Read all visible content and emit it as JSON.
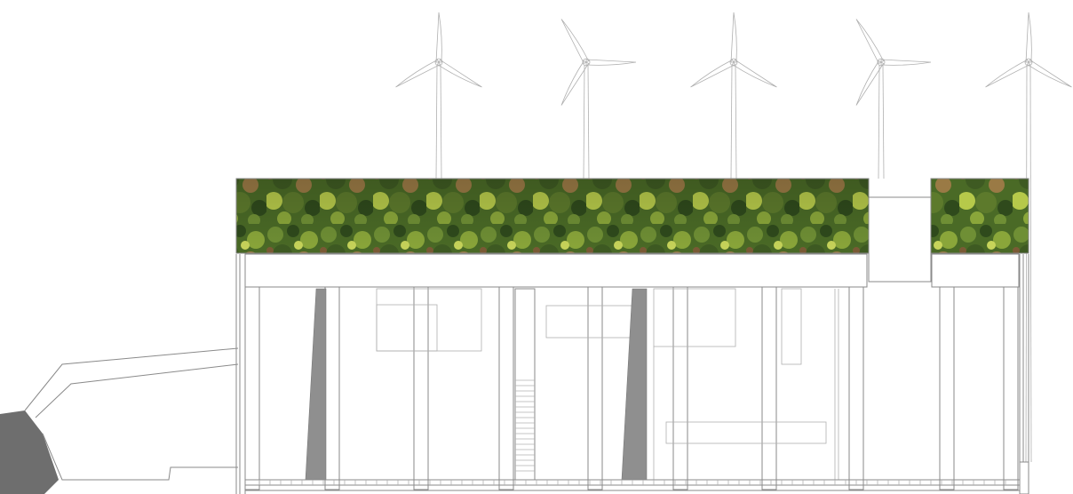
{
  "drawing": {
    "kind": "building-section-elevation",
    "background": "#ffffff",
    "line_color": "#8a8a8a",
    "shade_color": "#8f8f8f",
    "rock_color": "#6e6e6e",
    "green_roof_colors": [
      "#3e5a22",
      "#5d7a2c",
      "#8aa63a",
      "#b6c94a",
      "#2f4a1c",
      "#9a7a45",
      "#6f8f35"
    ]
  },
  "elements": {
    "wind_turbines": 5,
    "roof_sections": 2,
    "columns": 9
  }
}
